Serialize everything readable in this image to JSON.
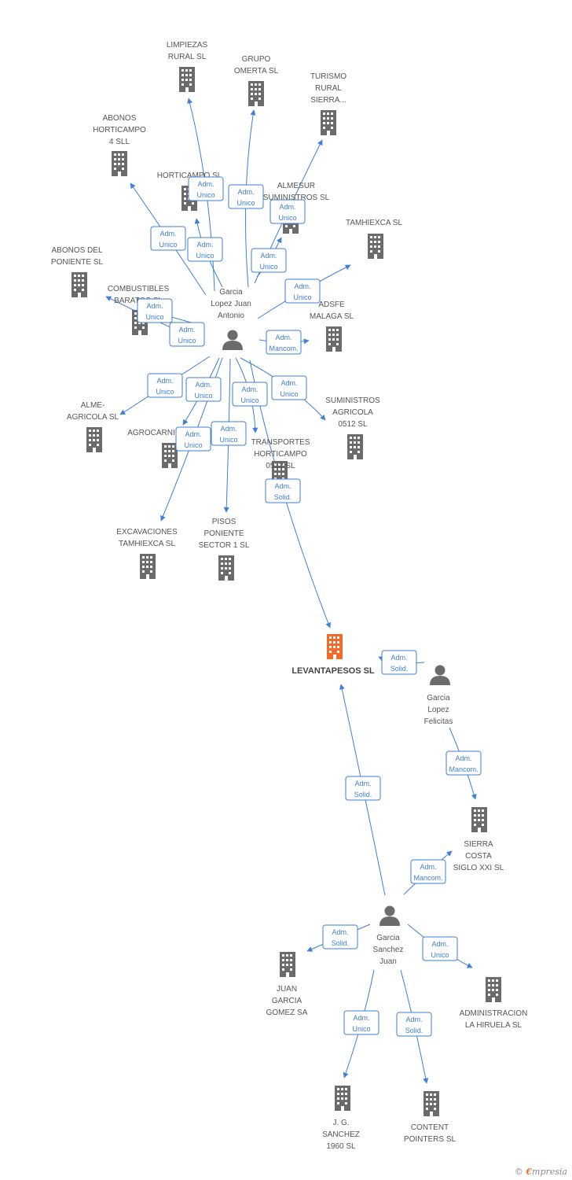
{
  "colors": {
    "edge": "#3d7fd9",
    "building": "#6b6b6b",
    "building_highlight": "#f26b2a",
    "person": "#6b6b6b",
    "label": "#555555"
  },
  "nodes": [
    {
      "id": "limpiezas",
      "kind": "company",
      "label": [
        "LIMPIEZAS",
        "RURAL SL"
      ]
    },
    {
      "id": "grupo_omerta",
      "kind": "company",
      "label": [
        "GRUPO",
        "OMERTA SL"
      ]
    },
    {
      "id": "turismo",
      "kind": "company",
      "label": [
        "TURISMO",
        "RURAL",
        "SIERRA..."
      ]
    },
    {
      "id": "abonos4",
      "kind": "company",
      "label": [
        "ABONOS",
        "HORTICAMPO",
        "4 SLL"
      ]
    },
    {
      "id": "horticampo",
      "kind": "company",
      "label": [
        "HORTICAMPO SL"
      ]
    },
    {
      "id": "almesur",
      "kind": "company",
      "label": [
        "ALMESUR",
        "SUMINISTROS SL"
      ]
    },
    {
      "id": "tamhiexca",
      "kind": "company",
      "label": [
        "TAMHIEXCA SL"
      ]
    },
    {
      "id": "abonos_poniente",
      "kind": "company",
      "label": [
        "ABONOS DEL",
        "PONIENTE SL"
      ]
    },
    {
      "id": "combustibles",
      "kind": "company",
      "label": [
        "COMBUSTIBLES",
        "BARATOS SL"
      ]
    },
    {
      "id": "adsfe",
      "kind": "company",
      "label": [
        "ADSFE",
        "MALAGA SL"
      ]
    },
    {
      "id": "gl_juan_antonio",
      "kind": "person",
      "label": [
        "Garcia",
        "Lopez Juan",
        "Antonio"
      ]
    },
    {
      "id": "alme_agricola",
      "kind": "company",
      "label": [
        "ALME-",
        "AGRICOLA SL"
      ]
    },
    {
      "id": "agrocarni",
      "kind": "company",
      "label": [
        "AGROCARNI SL"
      ]
    },
    {
      "id": "suministros",
      "kind": "company",
      "label": [
        "SUMINISTROS",
        "AGRICOLA",
        "0512 SL"
      ]
    },
    {
      "id": "transportes",
      "kind": "company",
      "label": [
        "TRANSPORTES",
        "HORTICAMPO",
        "0512 SL"
      ]
    },
    {
      "id": "excavaciones",
      "kind": "company",
      "label": [
        "EXCAVACIONES",
        "TAMHIEXCA SL"
      ]
    },
    {
      "id": "pisos",
      "kind": "company",
      "label": [
        "PISOS",
        "PONIENTE",
        "SECTOR 1 SL"
      ]
    },
    {
      "id": "levantapesos",
      "kind": "company",
      "highlight": true,
      "label": [
        "LEVANTAPESOS SL"
      ]
    },
    {
      "id": "gl_felicitas",
      "kind": "person",
      "label": [
        "Garcia",
        "Lopez",
        "Felicitas"
      ]
    },
    {
      "id": "sierra_costa",
      "kind": "company",
      "label": [
        "SIERRA",
        "COSTA",
        "SIGLO XXI  SL"
      ]
    },
    {
      "id": "gs_juan",
      "kind": "person",
      "label": [
        "Garcia",
        "Sanchez",
        "Juan"
      ]
    },
    {
      "id": "juan_garcia_gomez",
      "kind": "company",
      "label": [
        "JUAN",
        "GARCIA",
        "GOMEZ SA"
      ]
    },
    {
      "id": "administracion",
      "kind": "company",
      "label": [
        "ADMINISTRACION",
        "LA HIRUELA  SL"
      ]
    },
    {
      "id": "jg_sanchez",
      "kind": "company",
      "label": [
        "J.  G.",
        "SANCHEZ",
        "1960 SL"
      ]
    },
    {
      "id": "content",
      "kind": "company",
      "label": [
        "CONTENT",
        "POINTERS  SL"
      ]
    }
  ],
  "edges": [
    {
      "from": "gl_juan_antonio",
      "to": "limpiezas",
      "role": [
        "Adm.",
        "Unico"
      ]
    },
    {
      "from": "gl_juan_antonio",
      "to": "grupo_omerta",
      "role": [
        "Adm.",
        "Unico"
      ]
    },
    {
      "from": "gl_juan_antonio",
      "to": "turismo",
      "role": [
        "Adm.",
        "Unico"
      ]
    },
    {
      "from": "gl_juan_antonio",
      "to": "abonos4",
      "role": [
        "Adm.",
        "Unico"
      ]
    },
    {
      "from": "gl_juan_antonio",
      "to": "horticampo",
      "role": [
        "Adm.",
        "Unico"
      ]
    },
    {
      "from": "gl_juan_antonio",
      "to": "almesur",
      "role": [
        "Adm.",
        "Unico"
      ]
    },
    {
      "from": "gl_juan_antonio",
      "to": "tamhiexca",
      "role": [
        "Adm.",
        "Unico"
      ]
    },
    {
      "from": "gl_juan_antonio",
      "to": "combustibles",
      "role": [
        "Adm.",
        "Unico"
      ]
    },
    {
      "from": "gl_juan_antonio",
      "to": "abonos_poniente",
      "role": [
        "Adm.",
        "Unico"
      ]
    },
    {
      "from": "gl_juan_antonio",
      "to": "adsfe",
      "role": [
        "Adm.",
        "Mancom."
      ]
    },
    {
      "from": "gl_juan_antonio",
      "to": "alme_agricola",
      "role": [
        "Adm.",
        "Unico"
      ]
    },
    {
      "from": "gl_juan_antonio",
      "to": "agrocarni",
      "role": [
        "Adm.",
        "Unico"
      ]
    },
    {
      "from": "gl_juan_antonio",
      "to": "excavaciones",
      "role": [
        "Adm.",
        "Unico"
      ]
    },
    {
      "from": "gl_juan_antonio",
      "to": "pisos",
      "role": [
        "Adm.",
        "Unico"
      ]
    },
    {
      "from": "gl_juan_antonio",
      "to": "transportes",
      "role": [
        "Adm.",
        "Unico"
      ]
    },
    {
      "from": "gl_juan_antonio",
      "to": "suministros",
      "role": [
        "Adm.",
        "Unico"
      ]
    },
    {
      "from": "gl_juan_antonio",
      "to": "levantapesos",
      "role": [
        "Adm.",
        "Solid."
      ]
    },
    {
      "from": "gl_felicitas",
      "to": "levantapesos",
      "role": [
        "Adm.",
        "Solid."
      ]
    },
    {
      "from": "gl_felicitas",
      "to": "sierra_costa",
      "role": [
        "Adm.",
        "Mancom."
      ]
    },
    {
      "from": "gs_juan",
      "to": "levantapesos",
      "role": [
        "Adm.",
        "Solid."
      ]
    },
    {
      "from": "gs_juan",
      "to": "sierra_costa",
      "role": [
        "Adm.",
        "Mancom."
      ]
    },
    {
      "from": "gs_juan",
      "to": "juan_garcia_gomez",
      "role": [
        "Adm.",
        "Solid."
      ]
    },
    {
      "from": "gs_juan",
      "to": "administracion",
      "role": [
        "Adm.",
        "Unico"
      ]
    },
    {
      "from": "gs_juan",
      "to": "jg_sanchez",
      "role": [
        "Adm.",
        "Unico"
      ]
    },
    {
      "from": "gs_juan",
      "to": "content",
      "role": [
        "Adm.",
        "Solid."
      ]
    }
  ],
  "footer": {
    "copyright": "©",
    "brand_first": "€",
    "brand_rest": "mpresia"
  }
}
